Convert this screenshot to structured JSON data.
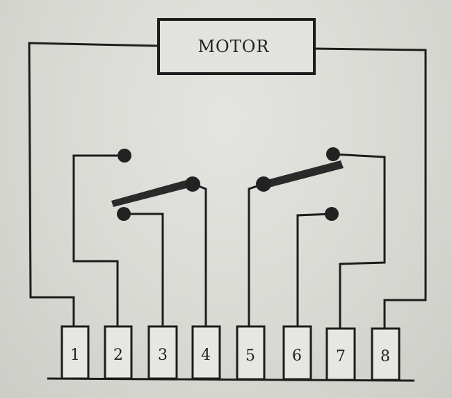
{
  "motor": {
    "label": "MOTOR"
  },
  "terminals": [
    {
      "label": "1"
    },
    {
      "label": "2"
    },
    {
      "label": "3"
    },
    {
      "label": "4"
    },
    {
      "label": "5"
    },
    {
      "label": "6"
    },
    {
      "label": "7"
    },
    {
      "label": "8"
    }
  ]
}
